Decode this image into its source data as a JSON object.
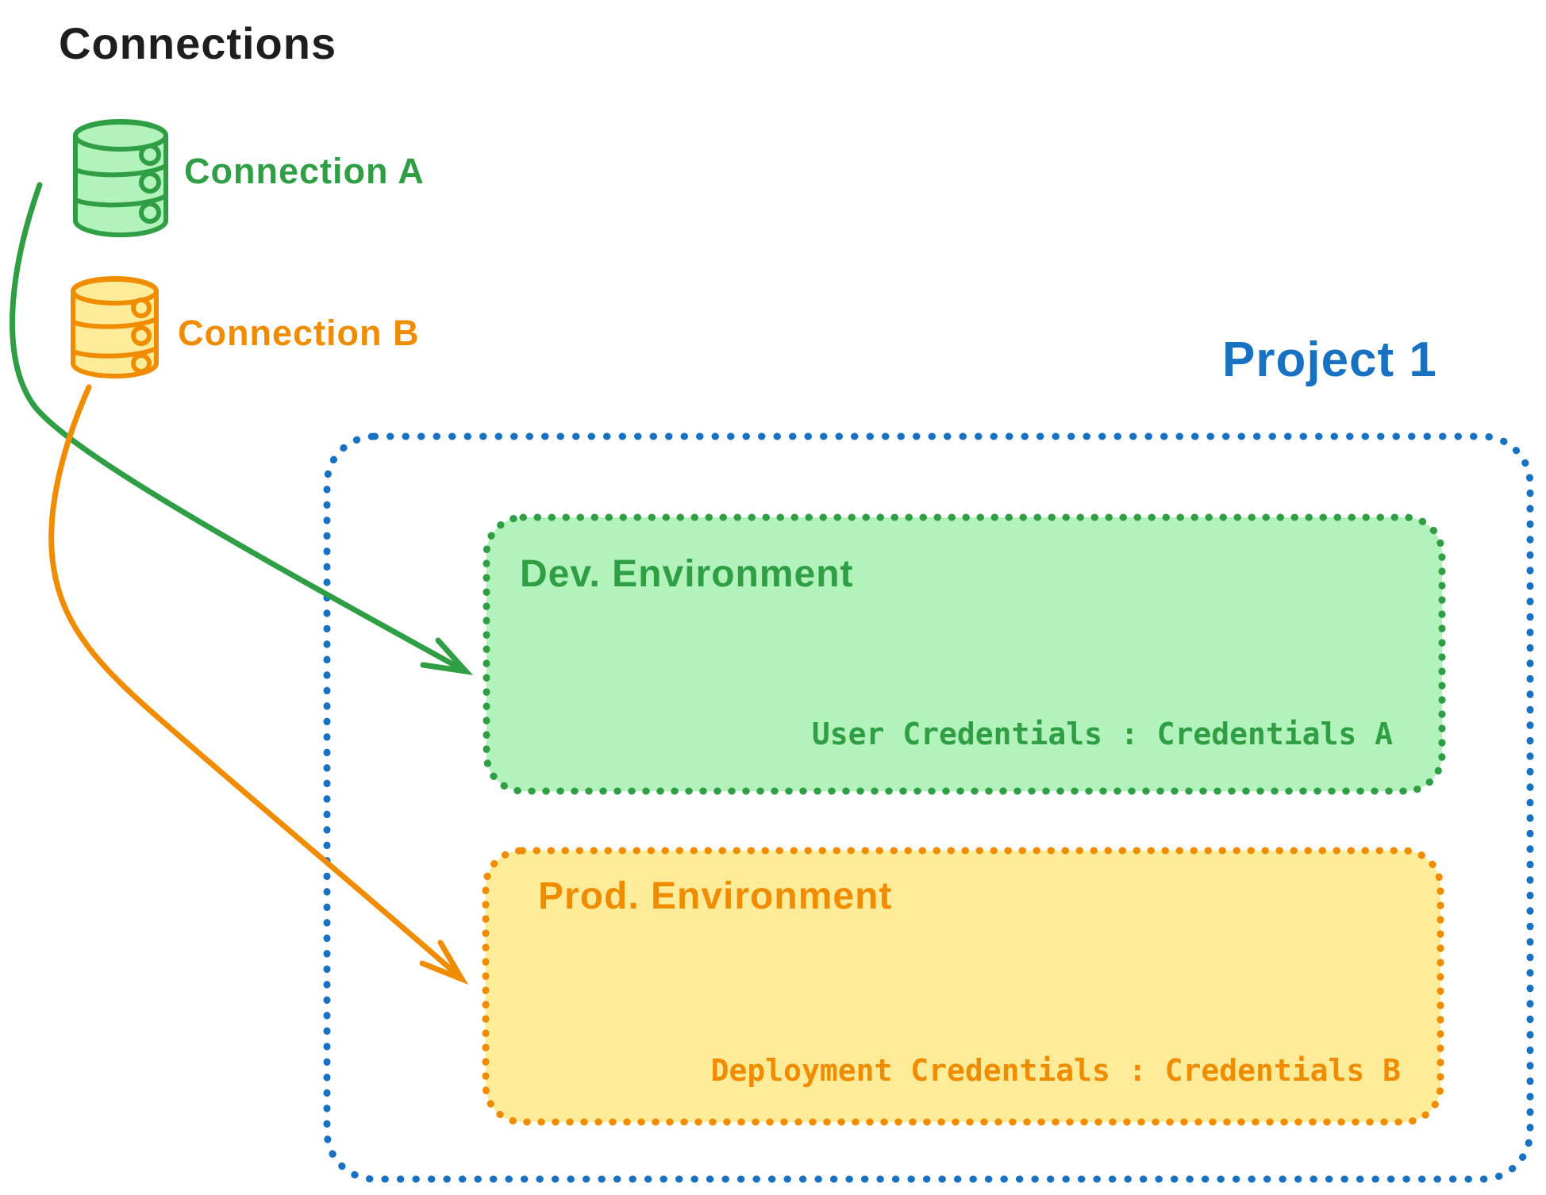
{
  "title": "Connections",
  "colors": {
    "background": "#ffffff",
    "black": "#1e1e1e",
    "green": "#2f9e44",
    "green_fill": "#b2f2bb",
    "orange": "#f08c00",
    "orange_fill": "#ffec99",
    "blue": "#1971c2"
  },
  "connections": [
    {
      "label": "Connection A",
      "icon": "database-icon",
      "color": "#2f9e44"
    },
    {
      "label": "Connection B",
      "icon": "database-icon",
      "color": "#f08c00"
    }
  ],
  "project": {
    "title": "Project 1",
    "environments": [
      {
        "name": "Dev. Environment",
        "credentials": "User Credentials : Credentials A",
        "color": "#2f9e44"
      },
      {
        "name": "Prod. Environment",
        "credentials": "Deployment Credentials : Credentials B",
        "color": "#f08c00"
      }
    ]
  },
  "arrows": [
    {
      "name": "connection-a-to-dev",
      "from": "Connection A",
      "to": "Dev. Environment",
      "color": "#2f9e44"
    },
    {
      "name": "connection-b-to-prod",
      "from": "Connection B",
      "to": "Prod. Environment",
      "color": "#f08c00"
    }
  ]
}
